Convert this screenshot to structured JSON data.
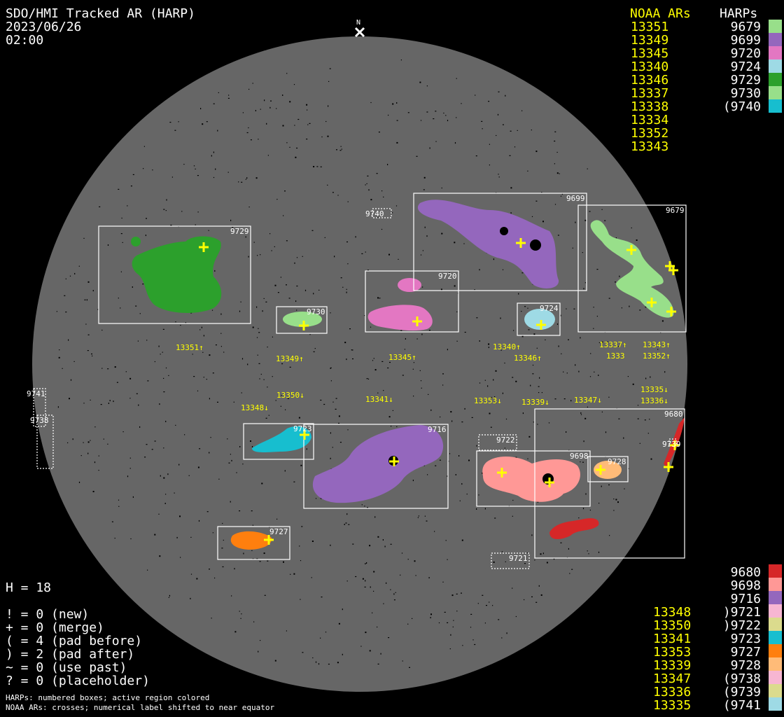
{
  "header": {
    "title": "SDO/HMI Tracked AR (HARP)",
    "date": "2023/06/26",
    "time": "02:00",
    "north": "N"
  },
  "top_legend": {
    "noaa_header": "NOAA ARs",
    "harp_header": "HARPs",
    "noaa": [
      "13351",
      "13349",
      "13345",
      "13340",
      "13346",
      "13337",
      "13338",
      "13334",
      "13352",
      "13343"
    ],
    "harps": [
      {
        "label": "9679",
        "color": "#98df8a"
      },
      {
        "label": "9699",
        "color": "#9467bd"
      },
      {
        "label": "9720",
        "color": "#e377c2"
      },
      {
        "label": "9724",
        "color": "#9edae5"
      },
      {
        "label": "9729",
        "color": "#2ca02c"
      },
      {
        "label": "9730",
        "color": "#98df8a"
      },
      {
        "label": "(9740",
        "color": "#17becf"
      }
    ]
  },
  "bottom_legend": {
    "noaa": [
      "13348",
      "13350",
      "13341",
      "13353",
      "13339",
      "13347",
      "13336",
      "13335"
    ],
    "harps": [
      {
        "label": "9680",
        "color": "#d62728"
      },
      {
        "label": "9698",
        "color": "#ff9896"
      },
      {
        "label": "9716",
        "color": "#9467bd"
      },
      {
        "label": ")9721",
        "color": "#f7b6d2"
      },
      {
        "label": ")9722",
        "color": "#dbdb8d"
      },
      {
        "label": "9723",
        "color": "#17becf"
      },
      {
        "label": "9727",
        "color": "#ff7f0e"
      },
      {
        "label": "9728",
        "color": "#ffbb78"
      },
      {
        "label": "(9738",
        "color": "#f7b6d2"
      },
      {
        "label": "(9739",
        "color": "#dbdb8d"
      },
      {
        "label": "(9741",
        "color": "#9edae5"
      }
    ]
  },
  "stats": {
    "h": "H = 18",
    "lines": [
      "! = 0 (new)",
      "+ = 0 (merge)",
      "( = 4 (pad before)",
      ") = 2 (pad after)",
      "~ = 0 (use past)",
      "? = 0 (placeholder)"
    ]
  },
  "notes": [
    "HARPs: numbered boxes; active region colored",
    "NOAA ARs: crosses; numerical label shifted to near equator"
  ],
  "harp_boxes": [
    "9729",
    "9699",
    "9679",
    "9720",
    "9730",
    "9724",
    "9740",
    "9723",
    "9716",
    "9722",
    "9698",
    "9728",
    "9680",
    "9727",
    "9721",
    "9741",
    "9738",
    "9739"
  ],
  "noaa_labels": [
    "13351↑",
    "13349↑",
    "13345↑",
    "13340↑",
    "13346↑",
    "13337↑",
    "1333",
    "13343↑",
    "13352↑",
    "13350↓",
    "13348↓",
    "13341↓",
    "13353↓",
    "13339↓",
    "13347↓",
    "13336↓",
    "13335↓"
  ]
}
